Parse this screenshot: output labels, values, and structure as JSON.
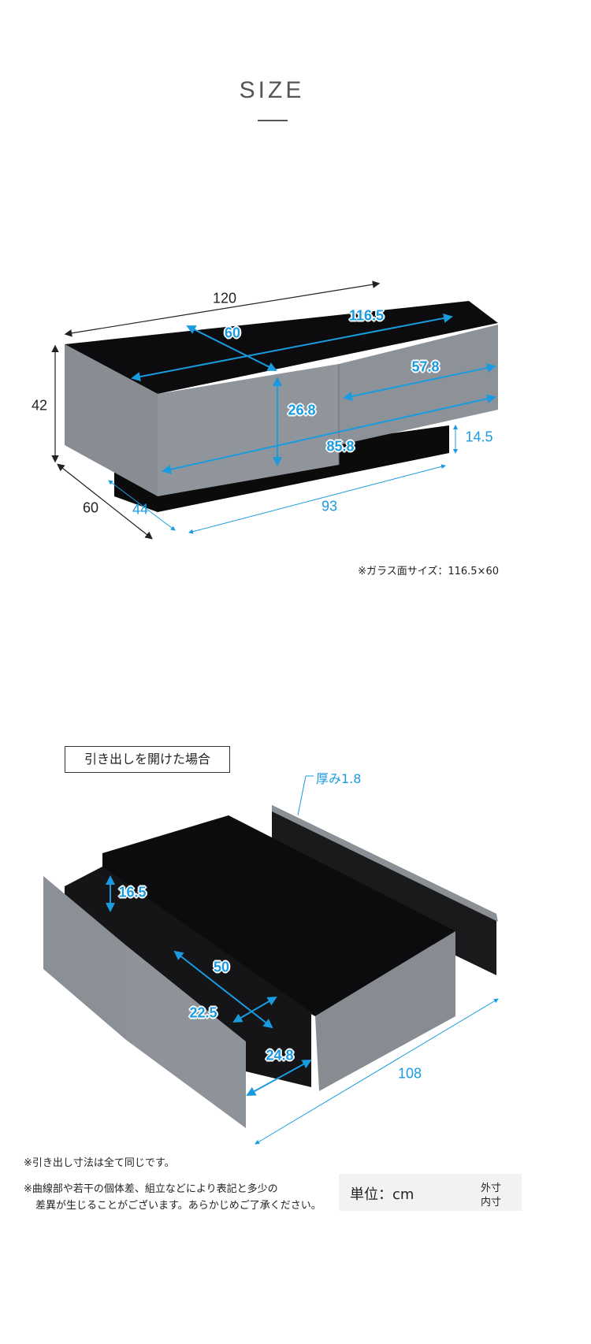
{
  "header": {
    "title": "SIZE"
  },
  "colors": {
    "inner_dimension": "#1a9be0",
    "outer_dimension": "#222222",
    "panel_gray": "#8a9095",
    "glass_black": "#0c0c0e"
  },
  "figure1": {
    "outer": {
      "width": "120",
      "height": "42",
      "depth": "60"
    },
    "inner": {
      "glass_depth": "60",
      "glass_width": "116.5",
      "drawer_right_width": "57.8",
      "front_width": "85.8",
      "drawer_height": "26.8",
      "base_height": "14.5",
      "base_depth": "44",
      "base_width": "93"
    },
    "note": "※ガラス面サイズ：116.5×60"
  },
  "figure2": {
    "caption": "引き出しを開けた場合",
    "thickness": "厚み1.8",
    "inner": {
      "drawer_depth_h": "16.5",
      "drawer_inner_length": "50",
      "drawer_inner_width": "22.5",
      "drawer_inner_height": "24.8",
      "open_depth": "108"
    }
  },
  "footnotes": [
    "※引き出し寸法は全て同じです。",
    "※曲線部や若干の個体差、組立などにより表記と多少の",
    "差異が生じることがございます。あらかじめご了承ください。"
  ],
  "legend": {
    "unit": "単位：cm",
    "outer": "外寸",
    "inner": "内寸"
  }
}
